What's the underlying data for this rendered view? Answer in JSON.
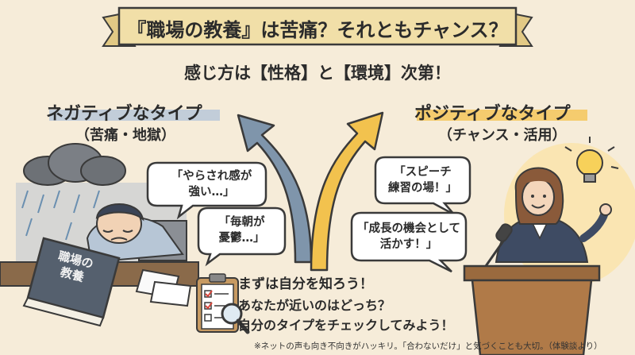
{
  "header": {
    "title": "『職場の教養』は苦痛？それともチャンス？",
    "subtitle": "感じ方は【性格】と【環境】次第！"
  },
  "negative": {
    "title": "ネガティブなタイプ",
    "subtitle": "（苦痛・地獄）",
    "bubble1": [
      "「やらされ感が",
      "強い…」"
    ],
    "bubble2": [
      "「毎朝が",
      "憂鬱…」"
    ],
    "book": [
      "職場の",
      "教養"
    ]
  },
  "positive": {
    "title": "ポジティブなタイプ",
    "subtitle": "（チャンス・活用）",
    "bubble1": [
      "「スピーチ",
      "練習の場！」"
    ],
    "bubble2": [
      "「成長の機会として",
      "活かす！」"
    ]
  },
  "cta": {
    "line1": "まずは自分を知ろう！",
    "line2": "あなたが近いのはどっち？",
    "line3": "自分のタイプをチェックしてみよう！"
  },
  "footnote": "※ネットの声も向き不向きがハッキリ。「合わないだけ」と気づくことも大切。（体験談より）",
  "colors": {
    "background": "#f6ecd9",
    "banner": "#f1dfa8",
    "negative_arrow": "#7f95ab",
    "positive_arrow": "#f2c24e",
    "neg_highlight": "#b9c8d8",
    "pos_highlight": "#f4c75a"
  }
}
